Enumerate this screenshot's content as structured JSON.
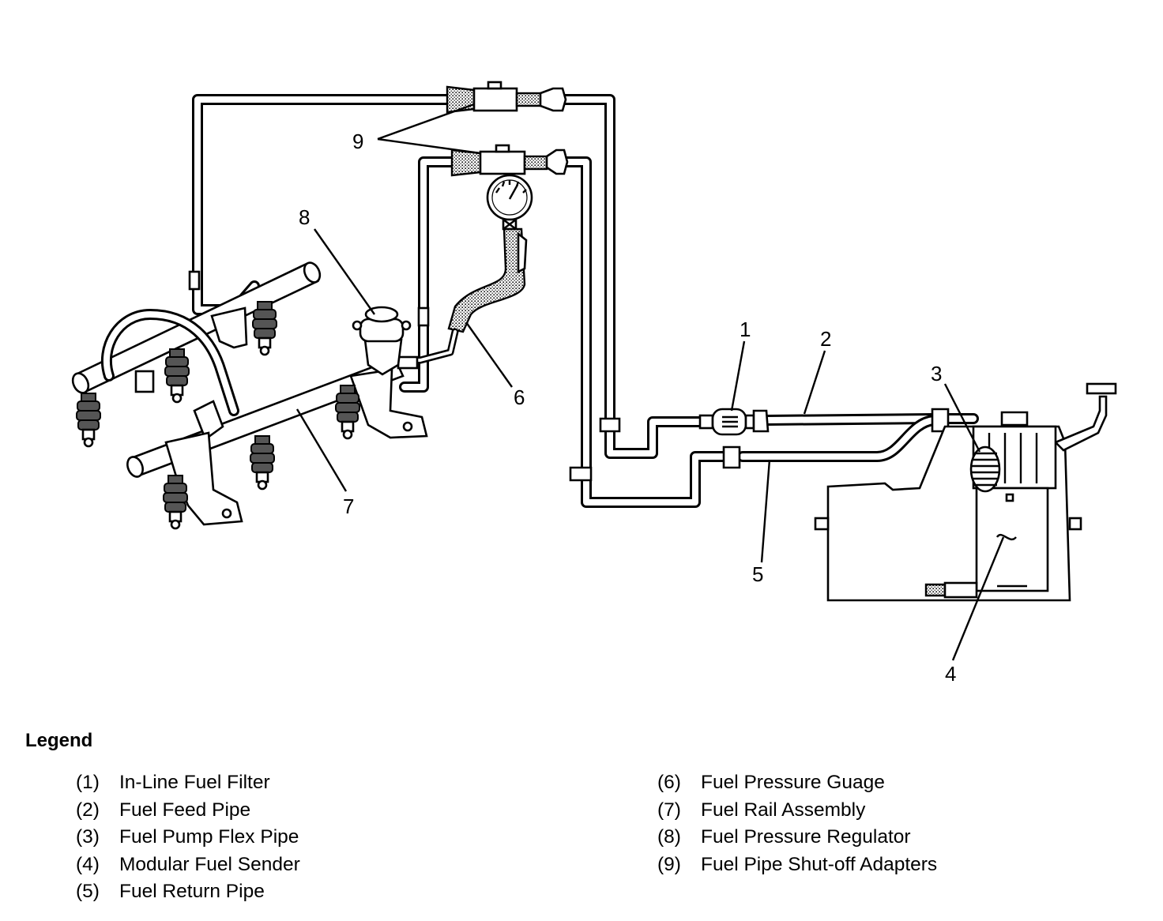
{
  "legend": {
    "title": "Legend",
    "left": [
      {
        "num": "(1)",
        "label": "In-Line Fuel Filter"
      },
      {
        "num": "(2)",
        "label": "Fuel Feed Pipe"
      },
      {
        "num": "(3)",
        "label": "Fuel Pump Flex Pipe"
      },
      {
        "num": "(4)",
        "label": "Modular Fuel Sender"
      },
      {
        "num": "(5)",
        "label": "Fuel Return Pipe"
      }
    ],
    "right": [
      {
        "num": "(6)",
        "label": "Fuel Pressure Guage"
      },
      {
        "num": "(7)",
        "label": "Fuel Rail Assembly"
      },
      {
        "num": "(8)",
        "label": "Fuel Pressure Regulator"
      },
      {
        "num": "(9)",
        "label": "Fuel Pipe Shut-off Adapters"
      }
    ]
  },
  "callouts": {
    "c1": "1",
    "c2": "2",
    "c3": "3",
    "c4": "4",
    "c5": "5",
    "c6": "6",
    "c7": "7",
    "c8": "8",
    "c9": "9"
  }
}
